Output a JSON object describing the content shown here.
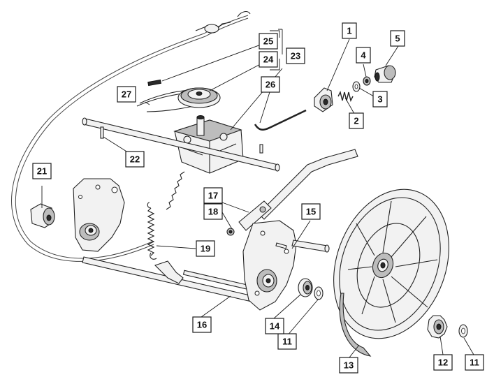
{
  "diagram": {
    "callouts": [
      {
        "id": "c1",
        "label": "1"
      },
      {
        "id": "c2",
        "label": "2"
      },
      {
        "id": "c3",
        "label": "3"
      },
      {
        "id": "c4",
        "label": "4"
      },
      {
        "id": "c5",
        "label": "5"
      },
      {
        "id": "c11a",
        "label": "11"
      },
      {
        "id": "c11b",
        "label": "11"
      },
      {
        "id": "c12",
        "label": "12"
      },
      {
        "id": "c13",
        "label": "13"
      },
      {
        "id": "c14",
        "label": "14"
      },
      {
        "id": "c15",
        "label": "15"
      },
      {
        "id": "c16",
        "label": "16"
      },
      {
        "id": "c17",
        "label": "17"
      },
      {
        "id": "c18",
        "label": "18"
      },
      {
        "id": "c19",
        "label": "19"
      },
      {
        "id": "c21",
        "label": "21"
      },
      {
        "id": "c22",
        "label": "22"
      },
      {
        "id": "c23",
        "label": "23"
      },
      {
        "id": "c24",
        "label": "24"
      },
      {
        "id": "c25",
        "label": "25"
      },
      {
        "id": "c26",
        "label": "26"
      },
      {
        "id": "c27",
        "label": "27"
      }
    ],
    "colors": {
      "stroke": "#222222",
      "fill_light": "#f2f2f2",
      "fill_shade": "#bdbdbd",
      "background": "#ffffff"
    }
  }
}
